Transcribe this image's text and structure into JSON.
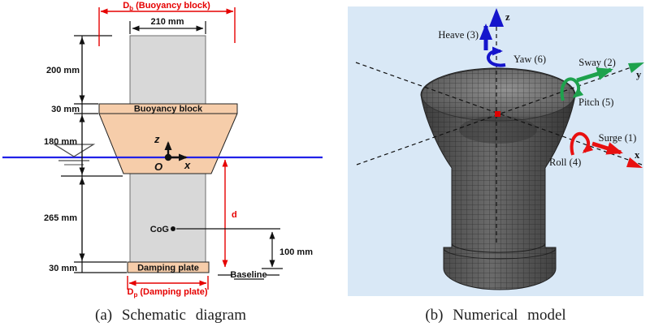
{
  "figure": {
    "caption_a": "(a) Schematic diagram",
    "caption_b": "(b) Numerical model"
  },
  "panel_a": {
    "buoyancy_diameter_label": {
      "prefix": "D",
      "sub": "b",
      "rest": " (Buoyancy block)"
    },
    "damping_diameter_label": {
      "prefix": "D",
      "sub": "p",
      "rest": " (Damping plate)"
    },
    "dimensions": {
      "top_width": "210 mm",
      "upper_column_height": "200 mm",
      "buoyancy_top_thickness": "30 mm",
      "buoyancy_cone_height": "180 mm",
      "lower_column_height": "265 mm",
      "damping_plate_thickness": "30 mm",
      "cog_to_baseline": "100 mm"
    },
    "labels": {
      "buoyancy_block": "Buoyancy block",
      "damping_plate": "Damping plate",
      "cog": "CoG",
      "baseline": "Baseline",
      "draft": "d",
      "axis_z": "z",
      "axis_x": "x",
      "origin": "O"
    }
  },
  "panel_b": {
    "dof_labels": {
      "surge": "Surge (1)",
      "sway": "Sway (2)",
      "heave": "Heave (3)",
      "roll": "Roll (4)",
      "pitch": "Pitch (5)",
      "yaw": "Yaw (6)"
    },
    "axes": {
      "x": "x",
      "y": "y",
      "z": "z"
    }
  },
  "colors": {
    "dimension_red": "#e60000",
    "waterline_blue": "#2121e8",
    "block_fill": "#f6cdaa",
    "column_fill": "#d8d8d8",
    "model_background": "#d9e8f6",
    "heave_arrow_blue": "#1515cc",
    "sway_arrow_green": "#1ea24d",
    "surge_arrow_red": "#e81010"
  }
}
